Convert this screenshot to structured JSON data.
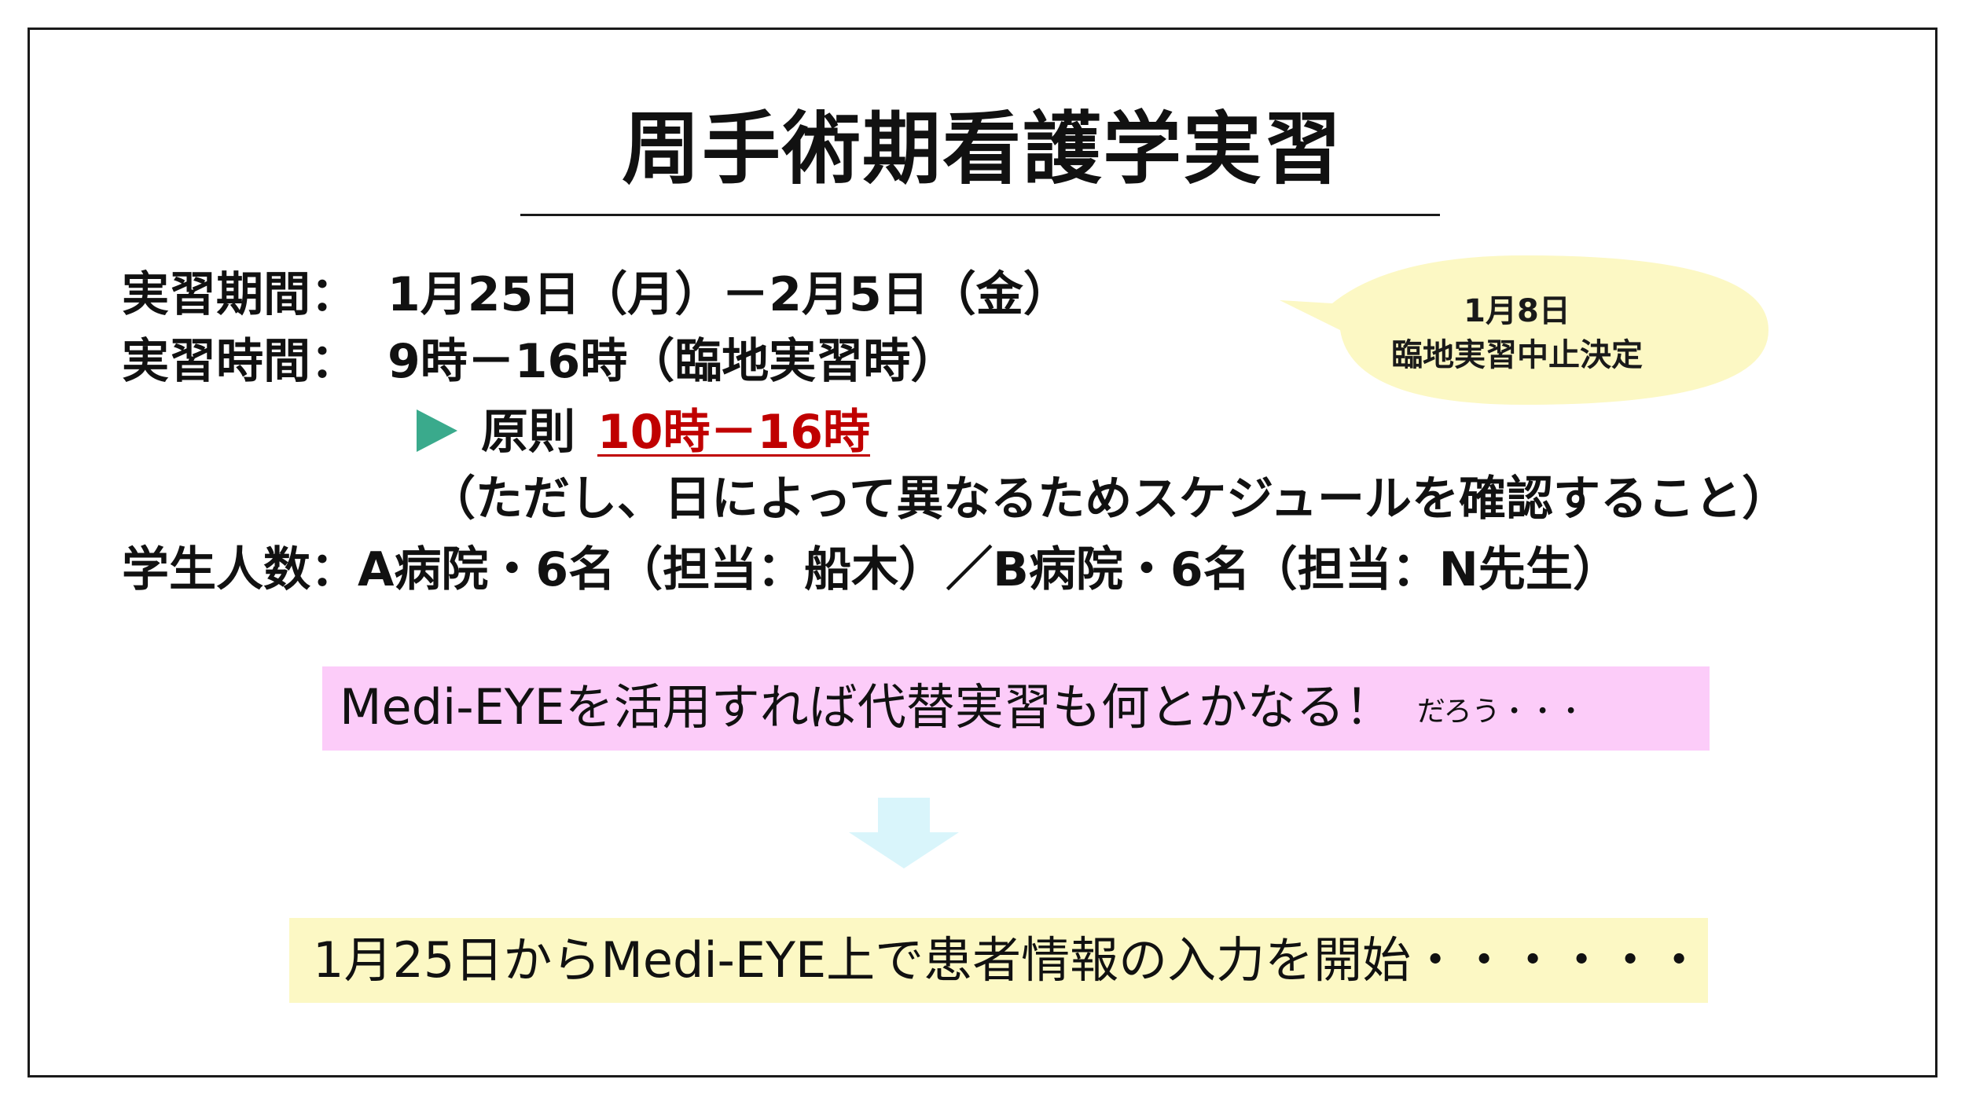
{
  "slide": {
    "title": "周手術期看護学実習",
    "period": {
      "label": "実習期間：",
      "value": "1月25日（月）－2月5日（金）"
    },
    "hours": {
      "label": "実習時間：",
      "value": "9時－16時（臨地実習時）"
    },
    "principle": {
      "prefix": "原則",
      "highlight": "10時－16時",
      "icon": "play-triangle-icon",
      "icon_color": "#3aaa8c",
      "highlight_color": "#c00000"
    },
    "note": "（ただし、日によって異なるためスケジュールを確認すること）",
    "students": {
      "text": "学生人数：A病院・6名（担当：船木）／B病院・6名（担当：N先生）"
    },
    "callout": {
      "line1": "1月8日",
      "line2": "臨地実習中止決定",
      "fill": "#fcf8c4"
    },
    "pink_banner": {
      "text": "Medi-EYEを活用すれば代替実習も何とかなる！",
      "suffix": "だろう・・・",
      "fill": "#fcccf9"
    },
    "arrow": {
      "icon": "down-arrow-icon",
      "color": "#d9f5fb"
    },
    "yellow_banner": {
      "text": "1月25日からMedi-EYE上で患者情報の入力を開始・・・・・・",
      "fill": "#fcf8c4"
    }
  }
}
